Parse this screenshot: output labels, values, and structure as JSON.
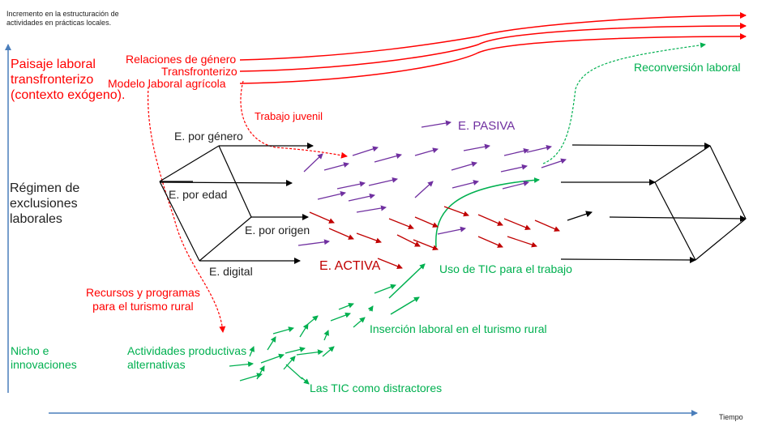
{
  "header_note": [
    "Incremento en la estructuración de",
    "actividades en prácticas locales."
  ],
  "levels": {
    "landscape": [
      "Paisaje laboral",
      "transfronterizo",
      "(contexto exógeno)."
    ],
    "regime": [
      "Régimen de",
      "exclusiones",
      "laborales"
    ],
    "niche": [
      "Nicho e",
      "innovaciones"
    ]
  },
  "landscape_factors": [
    "Relaciones de género",
    "Transfronterizo",
    "Modelo laboral agrícola"
  ],
  "labels": {
    "reconversion": "Reconversión laboral",
    "youth_work": "Trabajo juvenil",
    "passive": "E. PASIVA",
    "active": "E. ACTIVA",
    "tic_work": "Uso de TIC para el trabajo",
    "rural_resources": [
      "Recursos y programas",
      "para el turismo rural"
    ],
    "rural_insertion": "Inserción laboral en el  turismo rural",
    "alt_activities": [
      "Actividades productivas",
      "alternativas"
    ],
    "tic_distractors": "Las TIC como distractores"
  },
  "exclusions": [
    "E. por género",
    "E. por edad",
    "E. por origen",
    "E. digital"
  ],
  "axis": {
    "x_label": "Tiempo"
  },
  "colors": {
    "red": "#ff0000",
    "green": "#00b050",
    "purple": "#7030a0",
    "darkred": "#c00000",
    "axis": "#4a7ebb",
    "black": "#000000"
  }
}
